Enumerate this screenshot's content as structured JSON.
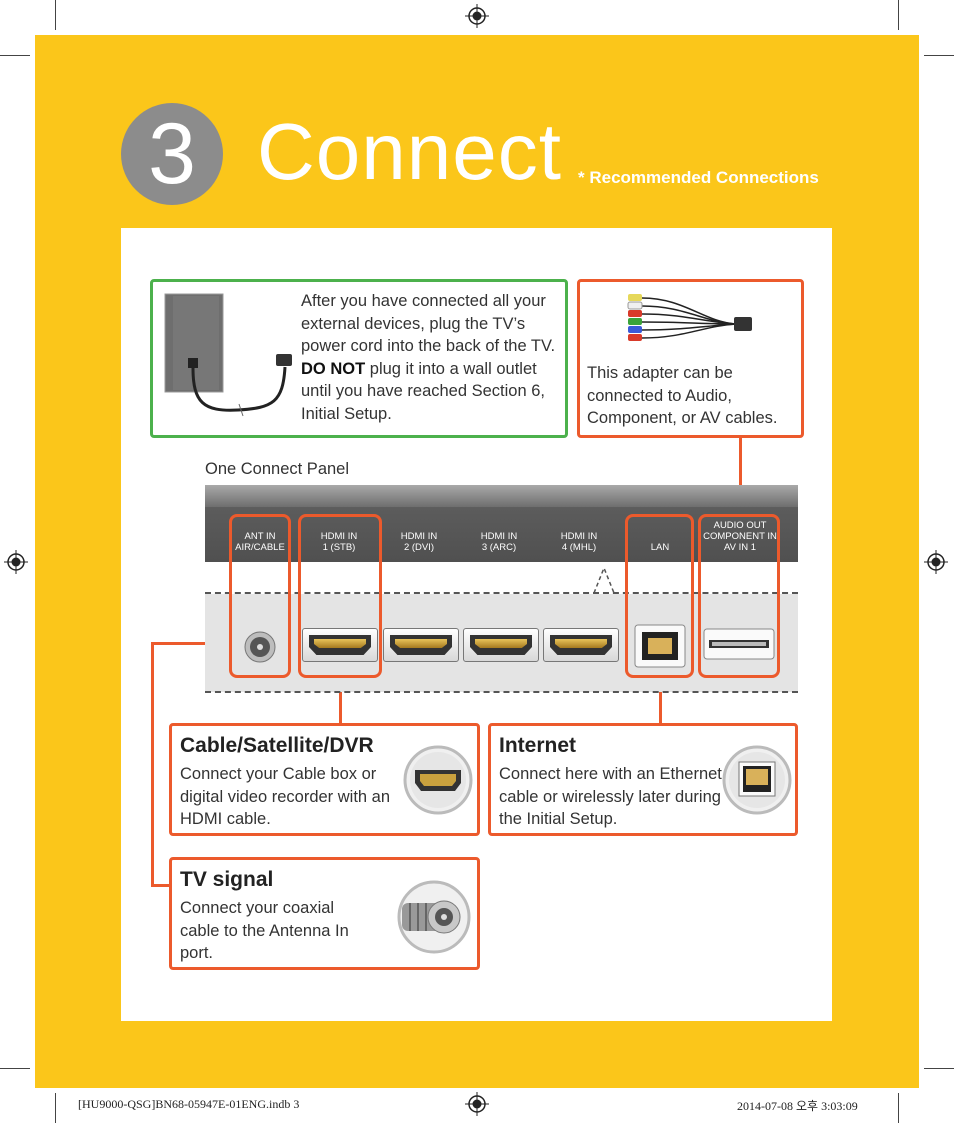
{
  "header": {
    "step_number": "3",
    "title": "Connect",
    "subtitle": "* Recommended Connections"
  },
  "power_box": {
    "text_before": "After you have connected all your external devices, plug the TV’s power cord into the back of the TV.",
    "emphasis": "DO NOT",
    "text_after": "plug it into a wall outlet until you have reached Section 6, Initial Setup."
  },
  "adapter_box": {
    "text": "This adapter can be connected to Audio, Component, or AV cables."
  },
  "panel": {
    "label": "One Connect Panel",
    "ports": [
      {
        "line1": "ANT IN",
        "line2": "AIR/CABLE"
      },
      {
        "line1": "HDMI IN",
        "line2": "1 (STB)"
      },
      {
        "line1": "HDMI IN",
        "line2": "2 (DVI)"
      },
      {
        "line1": "HDMI IN",
        "line2": "3 (ARC)"
      },
      {
        "line1": "HDMI IN",
        "line2": "4 (MHL)"
      },
      {
        "line1": "LAN",
        "line2": ""
      },
      {
        "line1": "AUDIO OUT",
        "line2": "COMPONENT IN",
        "line3": "AV IN 1"
      }
    ]
  },
  "cable_box": {
    "title": "Cable/Satellite/DVR",
    "text": "Connect your Cable box or digital video recorder with an HDMI cable."
  },
  "internet_box": {
    "title": "Internet",
    "text": "Connect here with an Ethernet cable or wirelessly later during the Initial Setup."
  },
  "tv_box": {
    "title": "TV signal",
    "text": "Connect your coaxial cable to the Antenna In port."
  },
  "footer": {
    "left": "[HU9000-QSG]BN68-05947E-01ENG.indb   3",
    "right": "2014-07-08   오후 3:03:09"
  },
  "colors": {
    "background": "#fbc61a",
    "accent_orange": "#ec5a2c",
    "accent_green": "#4cb14c",
    "step_circle": "#8c8c8c"
  }
}
